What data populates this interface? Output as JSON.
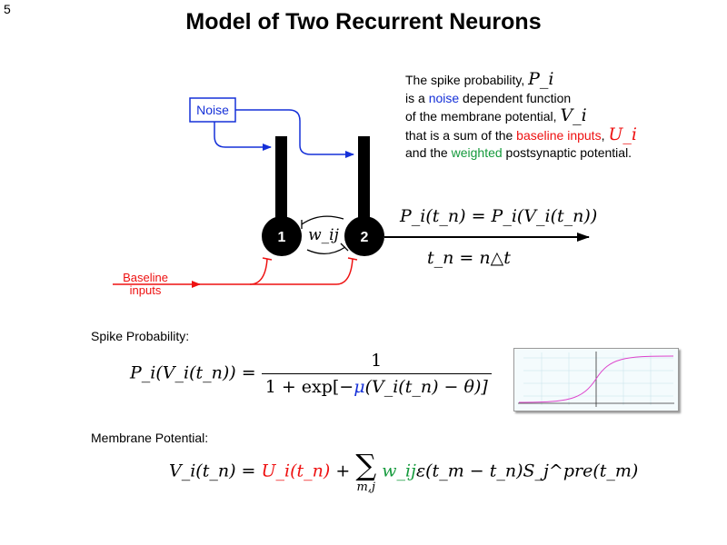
{
  "slide": {
    "number": "5",
    "title": "Model of Two Recurrent Neurons"
  },
  "diagram": {
    "noise_label": "Noise",
    "baseline_label_line1": "Baseline",
    "baseline_label_line2": "inputs",
    "neuron1_label": "1",
    "neuron2_label": "2",
    "weight_label": "w_ij",
    "output_eq": "P_i(t_n) = P_i(V_i(t_n))",
    "time_eq": "t_n = n△t"
  },
  "description": {
    "line1": "The spike probability, ",
    "line1_var": "P_i",
    "line2_pre": "is a ",
    "line2_noise": "noise",
    "line2_post": " dependent function",
    "line3": "of the membrane potential, ",
    "line3_var": "V_i",
    "line4_pre": "that is a sum of the ",
    "line4_baseline": "baseline inputs",
    "line4_comma": ", ",
    "line4_var": "U_i",
    "line5_pre": "and the ",
    "line5_weighted": "weighted",
    "line5_post": " postsynaptic potential."
  },
  "spike_probability": {
    "label": "Spike Probability:",
    "lhs": "P_i(V_i(t_n)) =",
    "numerator": "1",
    "den_pre": "1 + exp[−",
    "den_mu": "μ",
    "den_post": "(V_i(t_n) − θ)]"
  },
  "membrane_potential": {
    "label": "Membrane Potential:",
    "lhs": "V_i(t_n) =",
    "u_term": "U_i(t_n)",
    "plus": "+",
    "sum_symbol": "∑",
    "sum_limits": "m,j",
    "w_term": "w_ij",
    "rest": "ε(t_m − t_n)S_j^pre(t_m)"
  },
  "colors": {
    "noise_blue": "#1530d8",
    "baseline_red": "#ee1111",
    "weighted_green": "#159a3c",
    "sigmoid_pink": "#dd44cc"
  }
}
